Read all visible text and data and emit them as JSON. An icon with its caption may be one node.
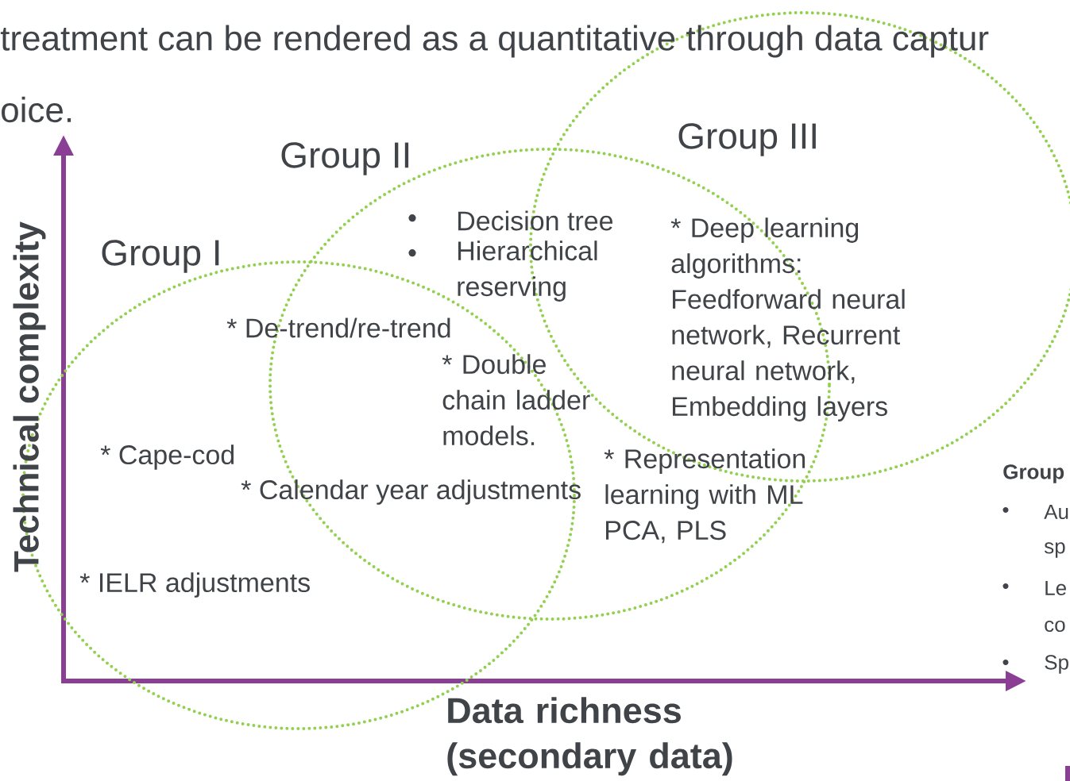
{
  "diagram": {
    "nodes": [
      {
        "text": [
          "Group II"
        ]
      },
      {
        "text": [
          "Group III"
        ]
      },
      {
        "text": [
          "Group I"
        ]
      }
    ],
    "labels": [
      "treatment can be rendered as a quantitative through data captur",
      "oice.",
      "•",
      "Decision tree",
      "•",
      "Hierarchical reserving",
      "* Deep learning algorithms: Feedforward neural network, Recurrent neural network, Embedding layers",
      "Technical complexity",
      "* De-trend/re-trend",
      "* Double chain ladder models.",
      "* Cape-cod",
      "* Representation learning with ML PCA, PLS",
      "* Calendar year adjustments",
      "Group",
      "•",
      "Au",
      "sp",
      "* IELR adjustments",
      "•",
      "Le",
      "co",
      "•",
      "Sp",
      "Data richness (secondary data)"
    ]
  }
}
